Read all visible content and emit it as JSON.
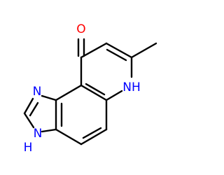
{
  "molecule": {
    "atoms": {
      "o_carbonyl": {
        "symbol": "O",
        "color": "#ff0000"
      },
      "nh_ring": {
        "symbol": "NH",
        "color": "#0000ff"
      },
      "n_imidazole": {
        "symbol": "N",
        "color": "#0000ff"
      },
      "nh_imidazole_h": {
        "symbol": "H",
        "color": "#0000ff"
      },
      "nh_imidazole_n": {
        "symbol": "N",
        "color": "#0000ff"
      }
    },
    "bond_color": "#000000"
  }
}
